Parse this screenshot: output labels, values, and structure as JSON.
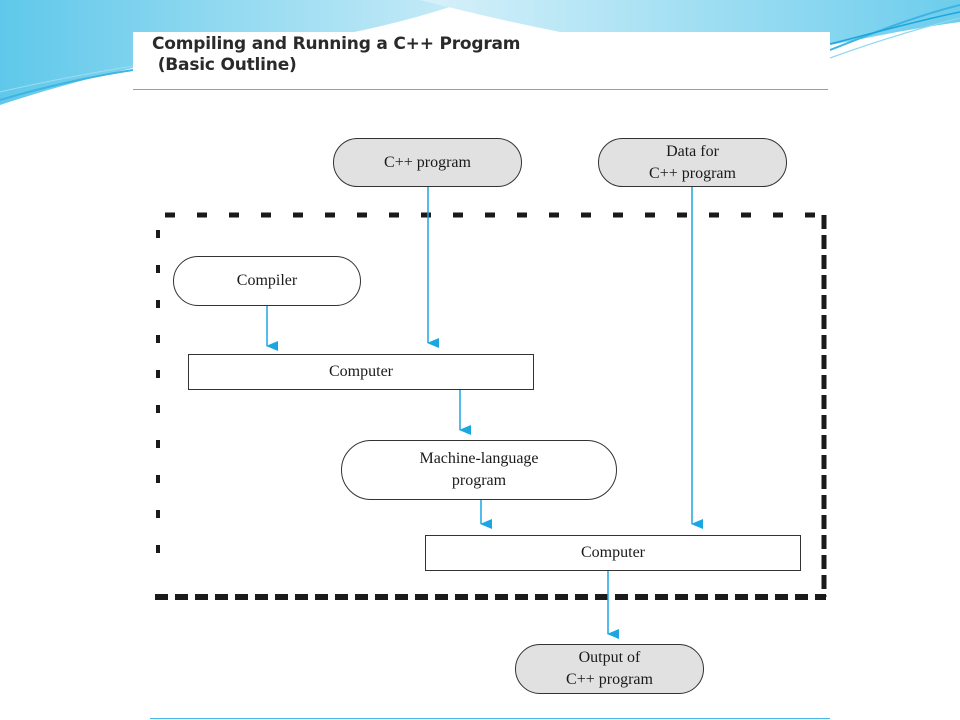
{
  "slide": {
    "title_line1": "Compiling and Running a C++ Program",
    "title_line2": " (Basic Outline)"
  },
  "diagram": {
    "nodes": {
      "cpp_program": "C++ program",
      "data_line1": "Data for",
      "data_line2": "C++ program",
      "compiler": "Compiler",
      "computer_1": "Computer",
      "machine_line1": "Machine-language",
      "machine_line2": "program",
      "computer_2": "Computer",
      "output_line1": "Output of",
      "output_line2": "C++ program"
    },
    "colors": {
      "arrow": "#1aa6e0",
      "input_fill": "#e1e1e1",
      "border": "#333333",
      "accent": "#4db8e8"
    }
  }
}
